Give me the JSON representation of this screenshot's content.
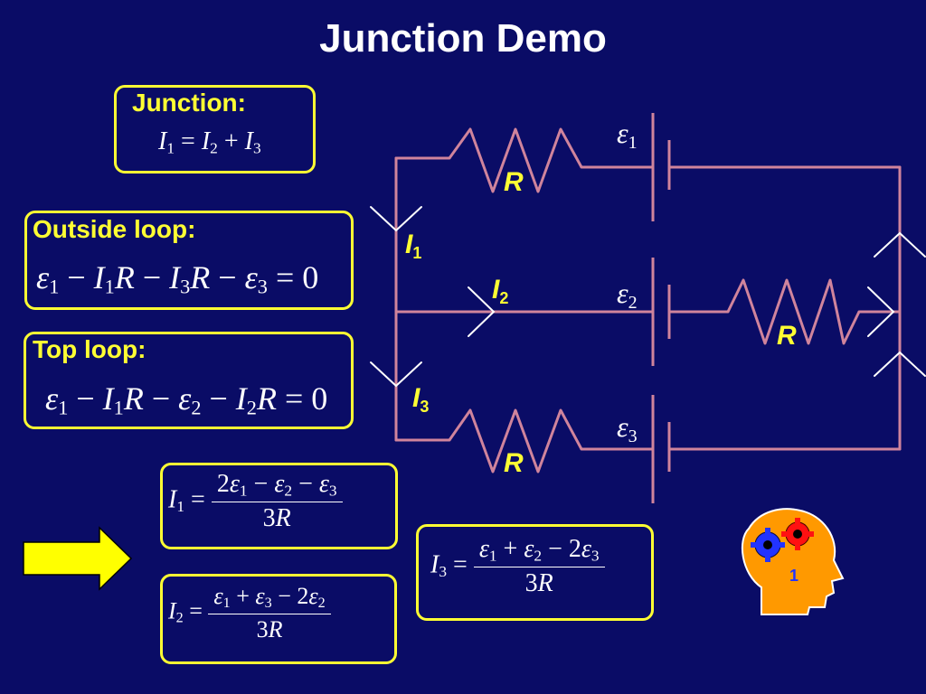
{
  "title": "Junction Demo",
  "junction_box": {
    "label": "Junction:",
    "equation": "I1 = I2 + I3"
  },
  "outside_loop_box": {
    "label": "Outside loop:",
    "equation": "ε1 − I1R − I3R − ε3 = 0"
  },
  "top_loop_box": {
    "label": "Top loop:",
    "equation": "ε1 − I1R − ε2 − I2R = 0"
  },
  "results": {
    "i1": {
      "lhs": "I1",
      "numerator": "2ε1 − ε2 − ε3",
      "denominator": "3R"
    },
    "i2": {
      "lhs": "I2",
      "numerator": "ε1 + ε3 − 2ε2",
      "denominator": "3R"
    },
    "i3": {
      "lhs": "I3",
      "numerator": "ε1 + ε2 − 2ε3",
      "denominator": "3R"
    }
  },
  "circuit": {
    "resistor_label": "R",
    "currents": [
      "I1",
      "I2",
      "I3"
    ],
    "emfs": [
      "ε1",
      "ε2",
      "ε3"
    ]
  },
  "icon": {
    "name": "thinking-head-icon",
    "badge": "1"
  },
  "colors": {
    "background": "#0a0c66",
    "box_border": "#ffff33",
    "label_yellow": "#ffff33",
    "wire": "#d0849c",
    "arrow_fill": "#ffff00",
    "head": "#ff9900"
  }
}
